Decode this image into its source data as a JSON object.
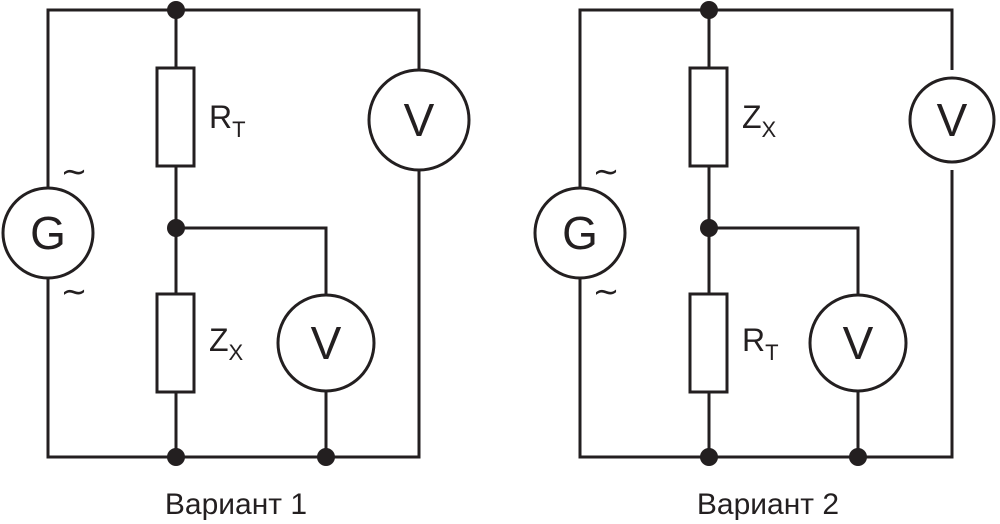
{
  "variant1": {
    "caption": "Вариант 1",
    "generator": {
      "symbol": "G",
      "tilde_top": "~",
      "tilde_bottom": "~"
    },
    "upper_resistor": {
      "main": "R",
      "sub": "T"
    },
    "lower_resistor": {
      "main": "Z",
      "sub": "X"
    },
    "voltmeter_total": "V",
    "voltmeter_lower": "V"
  },
  "variant2": {
    "caption": "Вариант 2",
    "generator": {
      "symbol": "G",
      "tilde_top": "~",
      "tilde_bottom": "~"
    },
    "upper_resistor": {
      "main": "Z",
      "sub": "X"
    },
    "lower_resistor": {
      "main": "R",
      "sub": "T"
    },
    "voltmeter_total": "V",
    "voltmeter_lower": "V"
  },
  "colors": {
    "ink": "#231f20",
    "background": "#ffffff"
  }
}
